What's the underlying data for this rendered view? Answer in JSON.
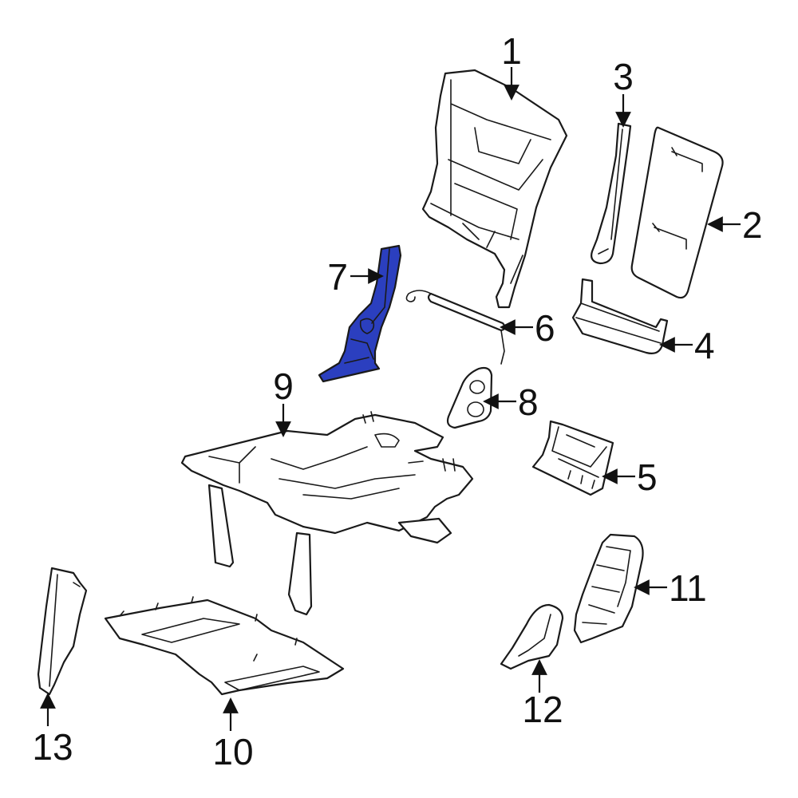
{
  "colors": {
    "highlight_fill": "#2b3fbf",
    "outline": "#1a1a1a",
    "background": "#ffffff"
  },
  "highlighted_part": "7",
  "callouts": {
    "c1": "1",
    "c2": "2",
    "c3": "3",
    "c4": "4",
    "c5": "5",
    "c6": "6",
    "c7": "7",
    "c8": "8",
    "c9": "9",
    "c10": "10",
    "c11": "11",
    "c12": "12",
    "c13": "13"
  }
}
